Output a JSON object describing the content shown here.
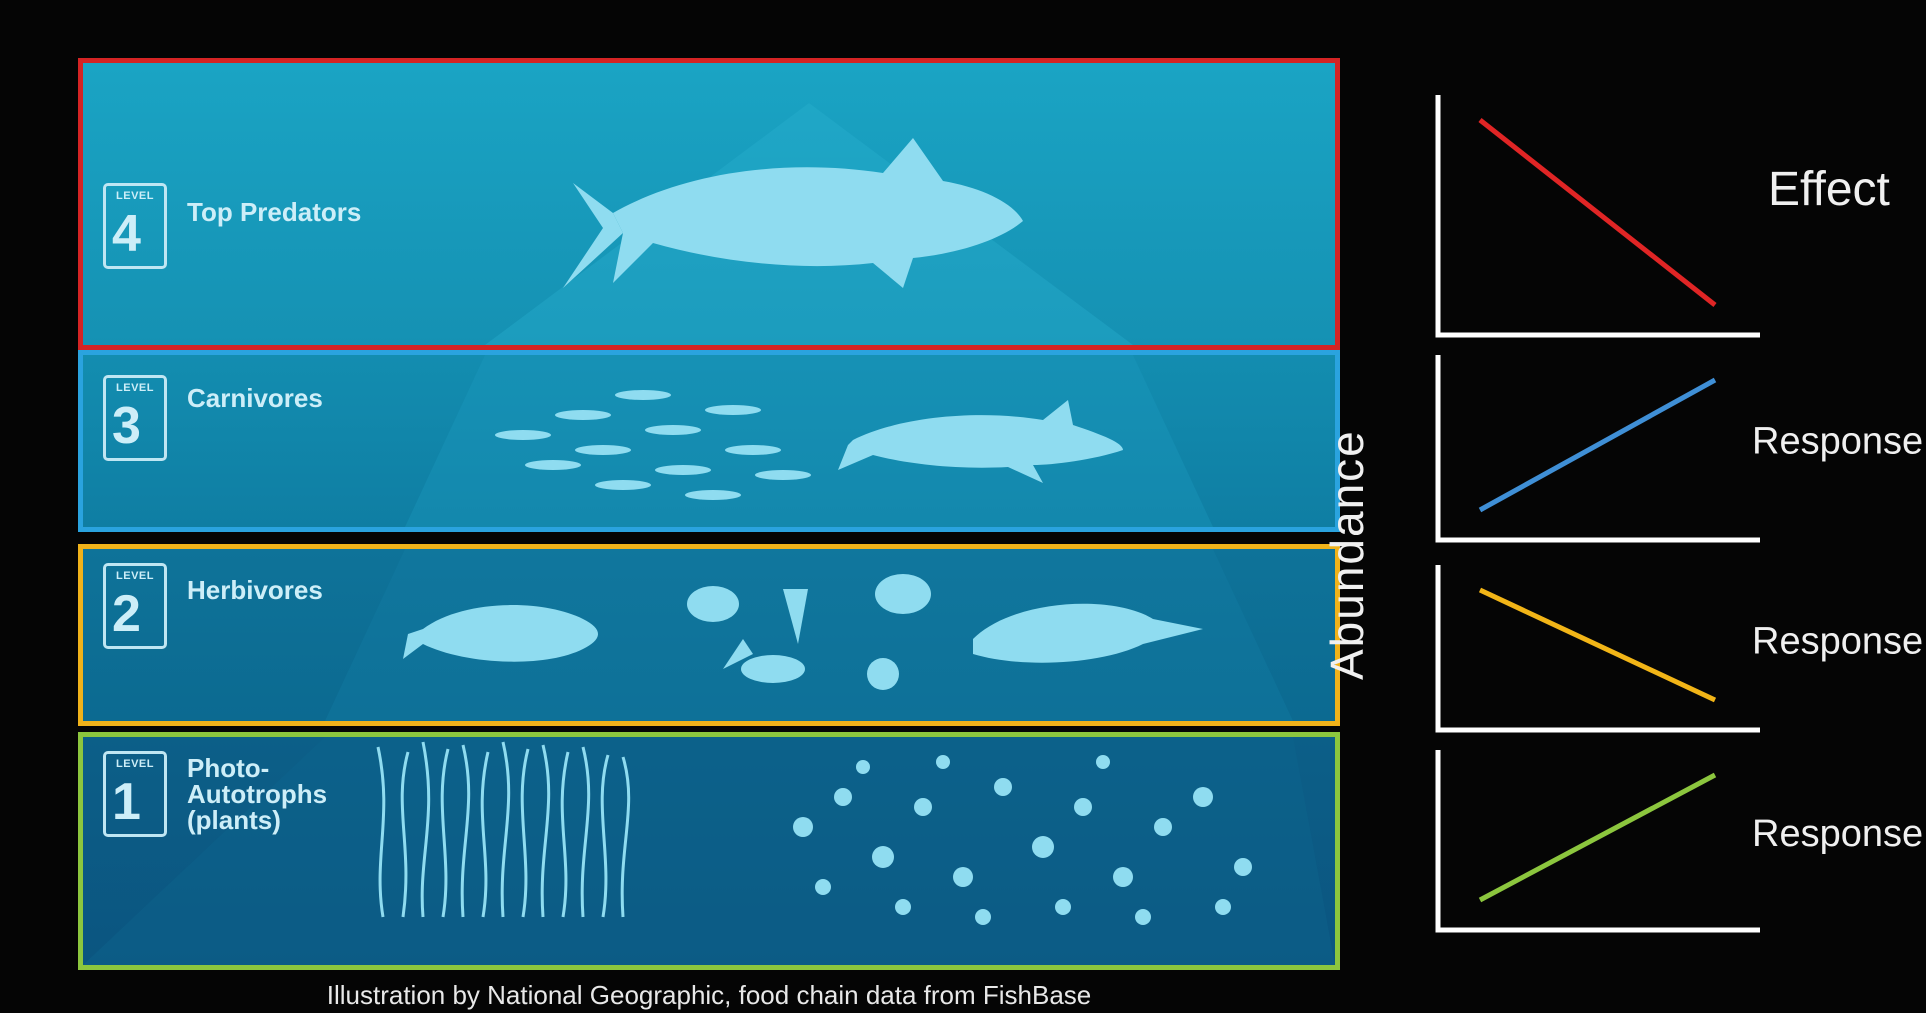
{
  "pyramid": {
    "levels": [
      {
        "level_word": "LEVEL",
        "number": "4",
        "name": "Top Predators",
        "border_color": "#d42424"
      },
      {
        "level_word": "LEVEL",
        "number": "3",
        "name": "Carnivores",
        "border_color": "#2aa3df"
      },
      {
        "level_word": "LEVEL",
        "number": "2",
        "name": "Herbivores",
        "border_color": "#f0b21a"
      },
      {
        "level_word": "LEVEL",
        "number": "1",
        "name": "Photo-\nAutotrophs\n(plants)",
        "border_color": "#8cc63e"
      }
    ],
    "caption": "Illustration by National Geographic, food chain data from FishBase"
  },
  "graphs": {
    "axis_label": "Abundance",
    "panels": [
      {
        "label": "Effect",
        "trend": "decreasing",
        "color": "#e02525"
      },
      {
        "label": "Response",
        "trend": "increasing",
        "color": "#3f8fd6"
      },
      {
        "label": "Response",
        "trend": "decreasing",
        "color": "#f2b517"
      },
      {
        "label": "Response",
        "trend": "increasing",
        "color": "#8cc63e"
      }
    ]
  }
}
